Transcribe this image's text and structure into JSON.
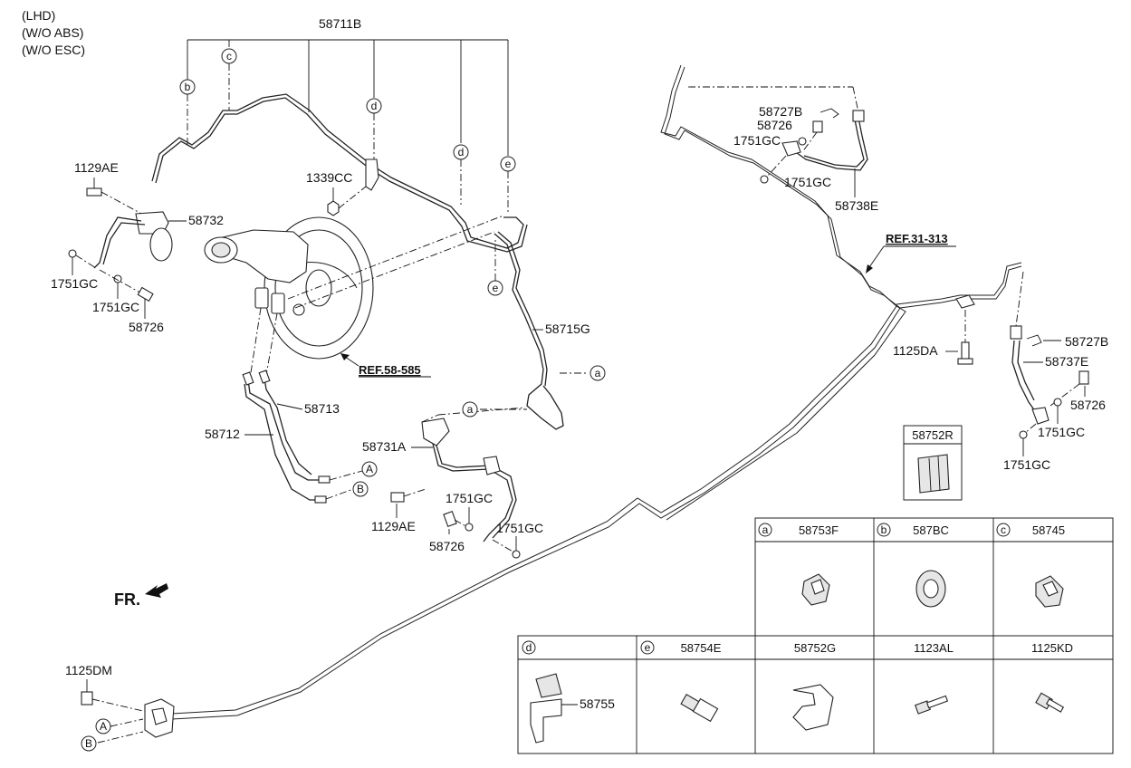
{
  "notes": {
    "line1": "(LHD)",
    "line2": "(W/O ABS)",
    "line3": "(W/O ESC)"
  },
  "labels": {
    "p58711B": "58711B",
    "p1129AE_top": "1129AE",
    "p58732": "58732",
    "p1751GC_l1": "1751GC",
    "p1751GC_l2": "1751GC",
    "p58726_l": "58726",
    "p1339CC": "1339CC",
    "p58715G": "58715G",
    "ref58585": "REF.58-585",
    "p58713": "58713",
    "p58712": "58712",
    "p58731A": "58731A",
    "p1129AE_mid": "1129AE",
    "p58726_mid": "58726",
    "p1751GC_m1": "1751GC",
    "p1751GC_m2": "1751GC",
    "fr": "FR.",
    "p1125DM": "1125DM",
    "p58727B_top": "58727B",
    "p58726_top": "58726",
    "p1751GC_t1": "1751GC",
    "p1751GC_t2": "1751GC",
    "p58738E": "58738E",
    "ref31313": "REF.31-313",
    "p1125DA": "1125DA",
    "p58727B_r": "58727B",
    "p58737E": "58737E",
    "p58726_r": "58726",
    "p1751GC_r1": "1751GC",
    "p1751GC_r2": "1751GC",
    "p58752R": "58752R"
  },
  "callouts": {
    "a": "a",
    "b": "b",
    "c": "c",
    "d": "d",
    "e": "e",
    "A": "A",
    "B": "B"
  },
  "legend": {
    "row1": [
      {
        "letter": "a",
        "part": "58753F"
      },
      {
        "letter": "b",
        "part": "587BC"
      },
      {
        "letter": "c",
        "part": "58745"
      }
    ],
    "row2": [
      {
        "letter": "d",
        "part": ""
      },
      {
        "letter": "e",
        "part": "58754E"
      },
      {
        "letter": "",
        "part": "58752G"
      },
      {
        "letter": "",
        "part": "1123AL"
      },
      {
        "letter": "",
        "part": "1125KD"
      }
    ],
    "d_inner_part": "58755"
  }
}
